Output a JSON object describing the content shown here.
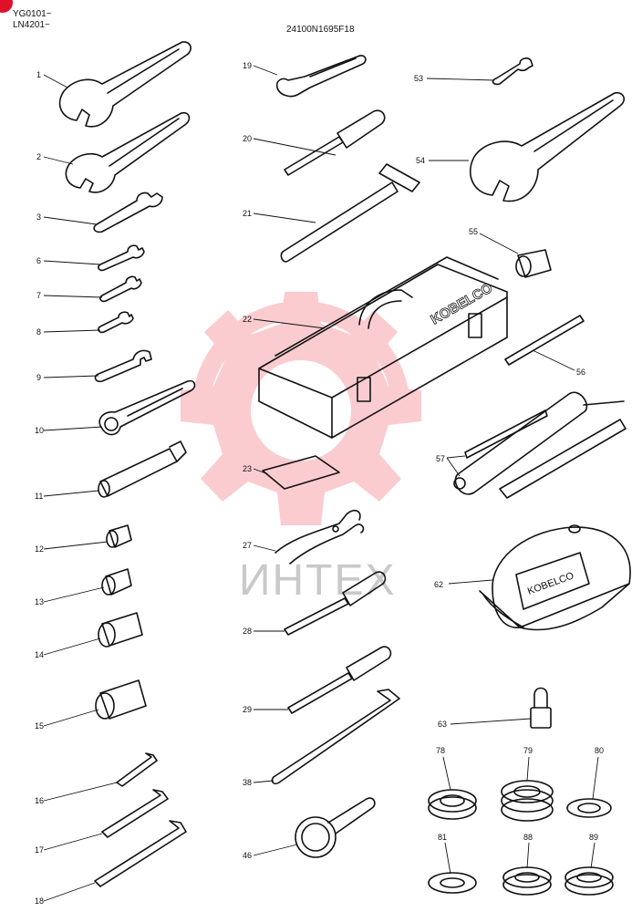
{
  "header": {
    "serial_line1": "YG0101~",
    "serial_line2": "LN4201~",
    "drawing_code": "24100N1695F18"
  },
  "watermark": {
    "text": "ИНТЕХ",
    "color": "#f04a5a"
  },
  "toolbox_brand": "KOBELCO",
  "cap_brand": "KOBELCO",
  "part_numbers": {
    "p1": "1",
    "p2": "2",
    "p3": "3",
    "p6": "6",
    "p7": "7",
    "p8": "8",
    "p9": "9",
    "p10": "10",
    "p11": "11",
    "p12": "12",
    "p13": "13",
    "p14": "14",
    "p15": "15",
    "p16": "16",
    "p17": "17",
    "p18": "18",
    "p19": "19",
    "p20": "20",
    "p21": "21",
    "p22": "22",
    "p23": "23",
    "p27": "27",
    "p28": "28",
    "p29": "29",
    "p38": "38",
    "p46": "46",
    "p53": "53",
    "p54": "54",
    "p55": "55",
    "p56": "56",
    "p57": "57",
    "p62": "62",
    "p63": "63",
    "p78": "78",
    "p79": "79",
    "p80": "80",
    "p81": "81",
    "p88": "88",
    "p89": "89"
  }
}
